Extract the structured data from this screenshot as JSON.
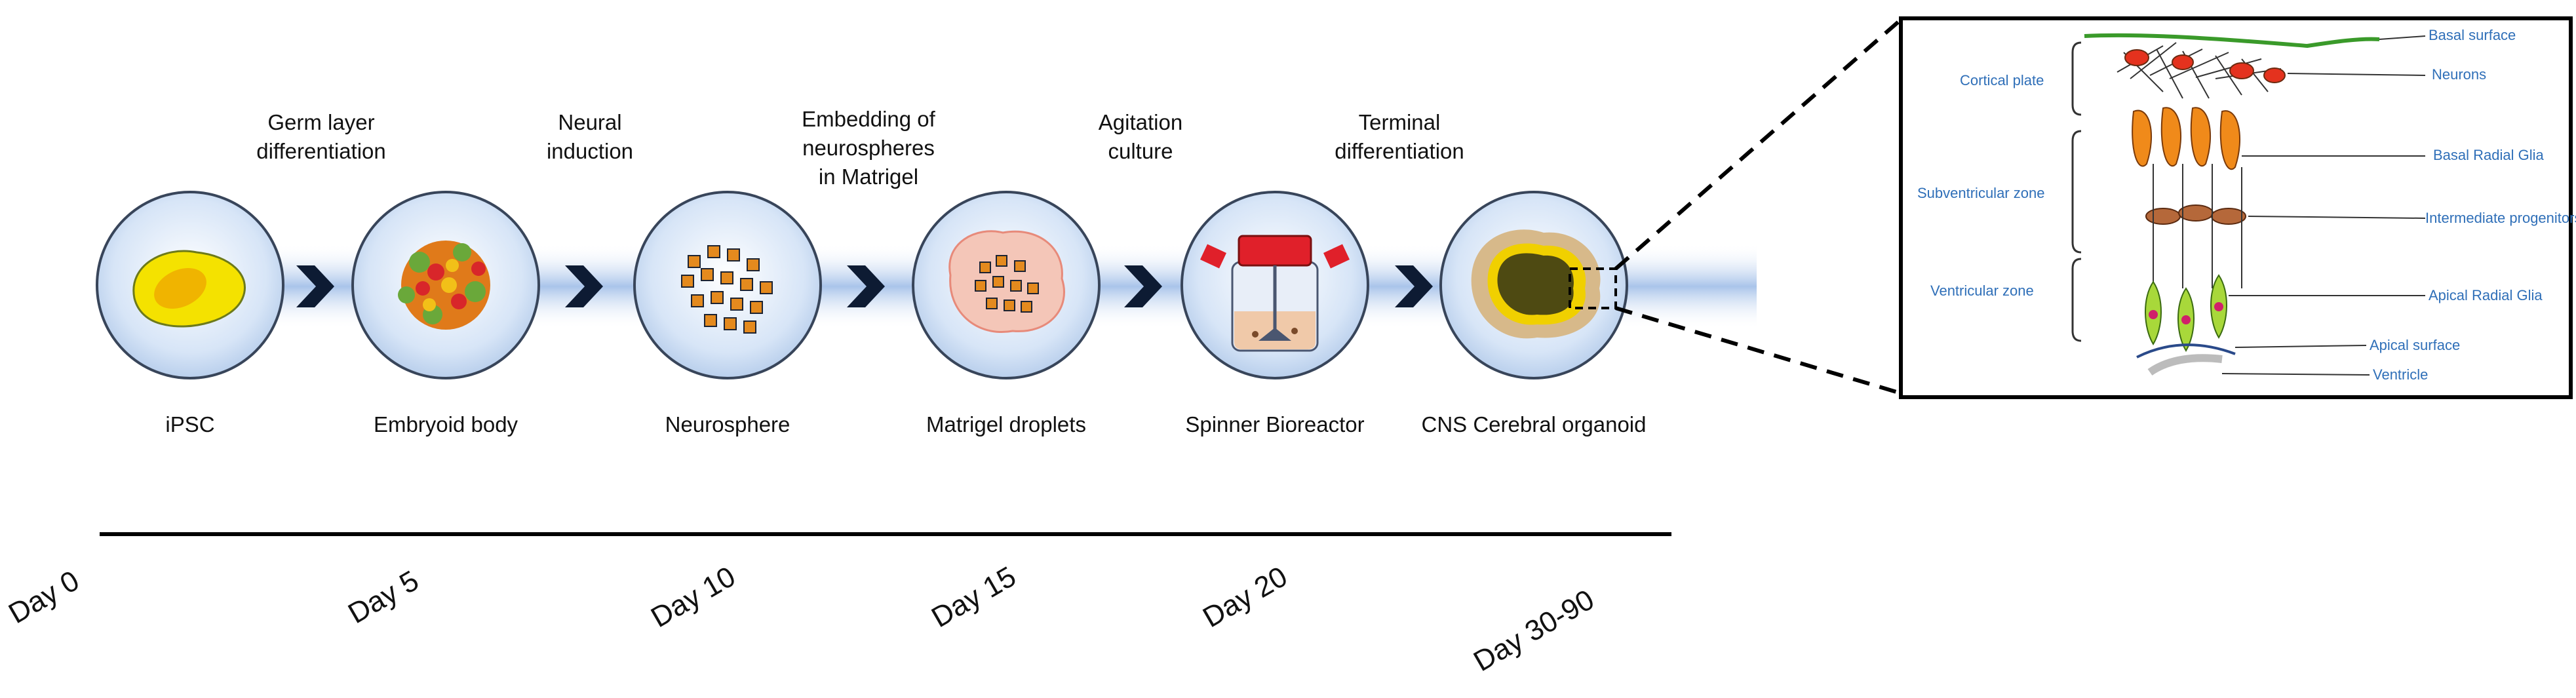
{
  "steps": [
    {
      "lines": [
        "Germ layer",
        "differentiation"
      ]
    },
    {
      "lines": [
        "Neural",
        "induction"
      ]
    },
    {
      "lines": [
        "Embedding of",
        "neurospheres",
        "in Matrigel"
      ]
    },
    {
      "lines": [
        "Agitation",
        "culture"
      ]
    },
    {
      "lines": [
        "Terminal",
        "differentiation"
      ]
    }
  ],
  "stages": [
    "iPSC",
    "Embryoid body",
    "Neurosphere",
    "Matrigel droplets",
    "Spinner Bioreactor",
    "CNS Cerebral organoid"
  ],
  "days": [
    "Day 0",
    "Day 5",
    "Day 10",
    "Day 15",
    "Day 20",
    "Day 30-90"
  ],
  "inset": {
    "layers": [
      "Cortical plate",
      "Subventricular zone",
      "Ventricular zone"
    ],
    "cells": [
      "Basal surface",
      "Neurons",
      "Basal Radial Glia",
      "Intermediate progenitors",
      "Apical Radial Glia",
      "Apical surface",
      "Ventricle"
    ]
  },
  "colors": {
    "chevron": "#0d1b33",
    "circle": "#d9e6f6",
    "circle_edge": "#38455a",
    "band": "#b9d0ee",
    "inset_text": "#2f6fb8"
  }
}
